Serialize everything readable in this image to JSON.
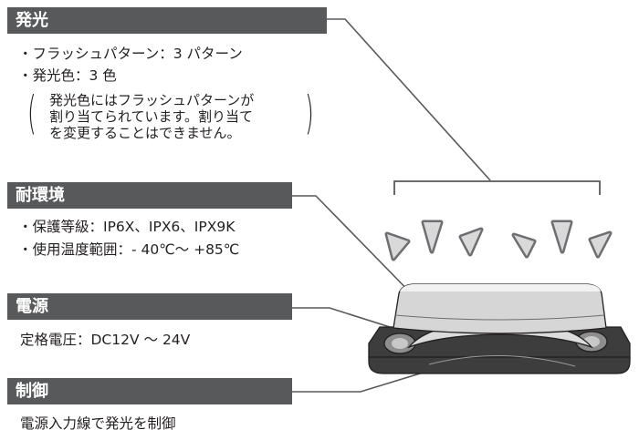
{
  "colors": {
    "header_bg": "#58595b",
    "header_text": "#ffffff",
    "text": "#231f20",
    "line": "#58595b"
  },
  "sections": {
    "emission": {
      "title": "発光",
      "bullets": [
        "・フラッシュパターン：3 パターン",
        "・発光色：3 色"
      ],
      "note_lines": [
        "発光色にはフラッシュパターンが",
        "割り当てられています。割り当て",
        "を変更することはできません。"
      ]
    },
    "environment": {
      "title": "耐環境",
      "bullets": [
        "・保護等級：IP6X、IPX6、IPX9K",
        "・使用温度範囲：- 40℃～ +85℃"
      ]
    },
    "power": {
      "title": "電源",
      "text": "定格電圧：DC12V ～ 24V"
    },
    "control": {
      "title": "制御",
      "text": "電源入力線で発光を制御"
    }
  }
}
